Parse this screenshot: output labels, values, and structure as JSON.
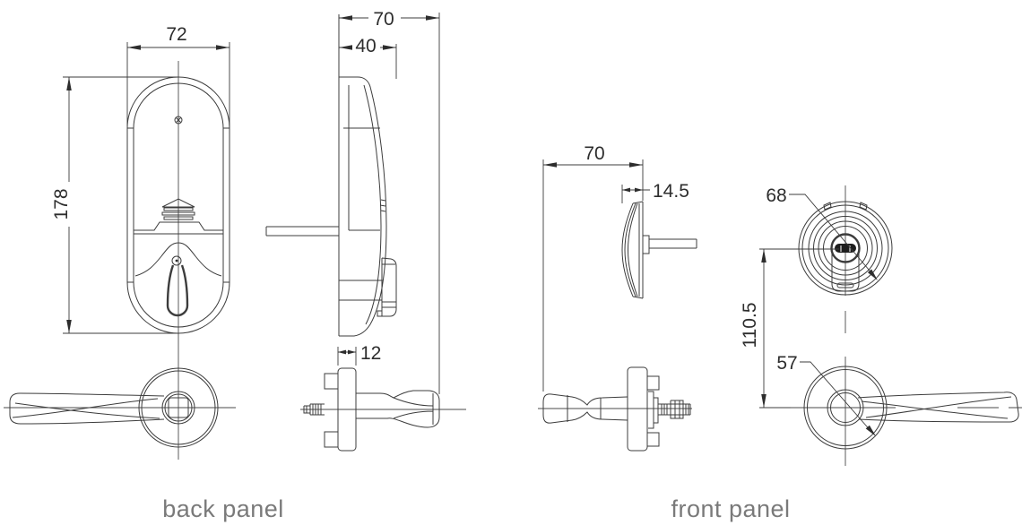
{
  "views": {
    "back_panel": {
      "label": "back panel"
    },
    "front_panel": {
      "label": "front panel"
    }
  },
  "dimensions_mm": {
    "back_width": "72",
    "back_height": "178",
    "back_total_depth": "70",
    "back_body_depth": "40",
    "back_rose_plate_thickness": "12",
    "front_total_depth": "70",
    "front_panel_thickness": "14.5",
    "front_escutcheon_diameter": "68",
    "front_handle_center_distance": "110.5",
    "front_rose_diameter": "57"
  },
  "colors": {
    "line": "#3c3c3c",
    "centerline": "#4a4a4a",
    "dimension_text": "#2d2d2d",
    "label_text": "#7a7a7a",
    "background": "#ffffff",
    "keyway_fill": "#1e1e1e"
  }
}
